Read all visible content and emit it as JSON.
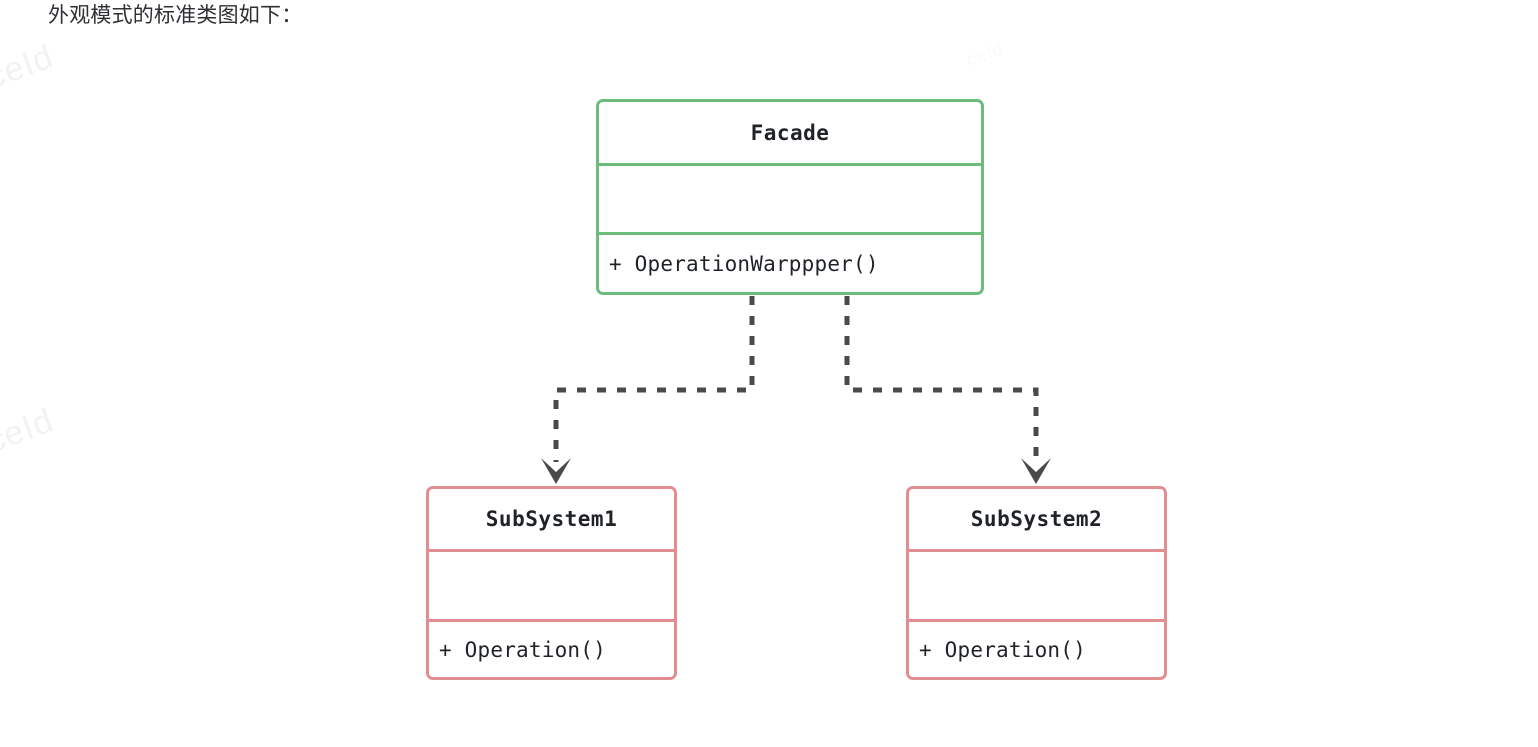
{
  "page": {
    "heading": "外观模式的标准类图如下：",
    "background_color": "#ffffff"
  },
  "watermarks": [
    {
      "text": "ceId"
    },
    {
      "text": "ceId"
    },
    {
      "text": "ceId"
    }
  ],
  "colors": {
    "facade_border": "#6cbd7c",
    "subsystem_border": "#e28e90",
    "connector": "#4a4a4a",
    "text": "#1f2328",
    "heading_text": "#2e3033"
  },
  "diagram": {
    "type": "uml-class-diagram",
    "pattern": "Facade",
    "classes": [
      {
        "id": "facade",
        "name": "Facade",
        "color": "#6cbd7c",
        "attributes": [],
        "methods": [
          "+ OperationWarppper()"
        ]
      },
      {
        "id": "subsystem1",
        "name": "SubSystem1",
        "color": "#e28e90",
        "attributes": [],
        "methods": [
          "+ Operation()"
        ]
      },
      {
        "id": "subsystem2",
        "name": "SubSystem2",
        "color": "#e28e90",
        "attributes": [],
        "methods": [
          "+ Operation()"
        ]
      }
    ],
    "relations": [
      {
        "from": "facade",
        "to": "subsystem1",
        "style": "dashed",
        "arrow": "open-arrow",
        "kind": "dependency"
      },
      {
        "from": "facade",
        "to": "subsystem2",
        "style": "dashed",
        "arrow": "open-arrow",
        "kind": "dependency"
      }
    ]
  }
}
